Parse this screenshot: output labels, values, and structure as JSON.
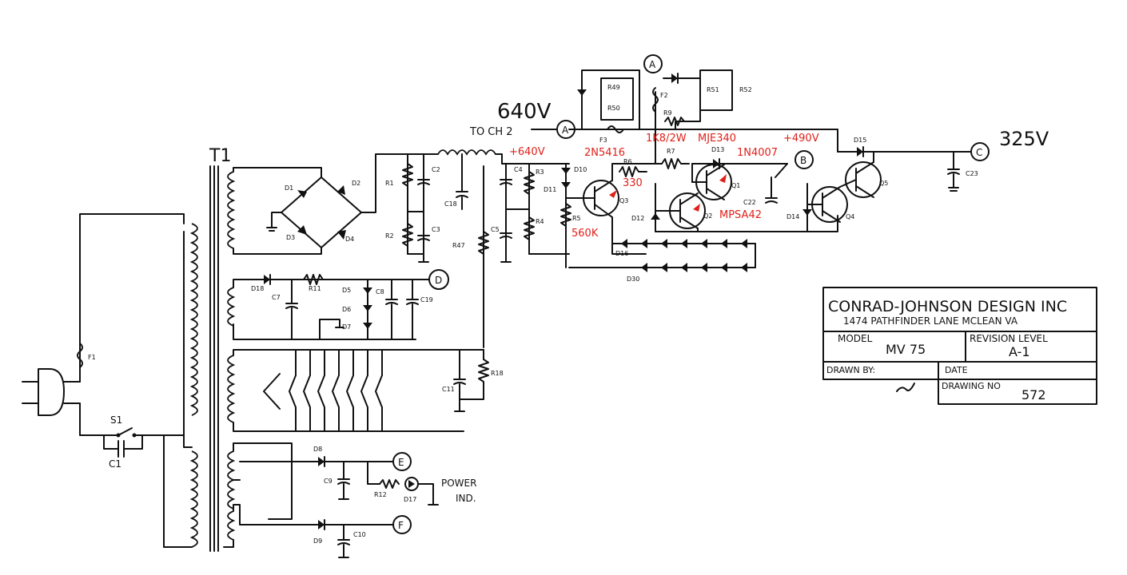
{
  "title_block": {
    "company": "CONRAD-JOHNSON DESIGN INC",
    "address": "1474 PATHFINDER LANE MCLEAN VA",
    "model_label": "MODEL",
    "model_value": "MV 75",
    "revision_label": "REVISION LEVEL",
    "revision_value": "A-1",
    "drawn_by_label": "DRAWN BY:",
    "date_label": "DATE",
    "drawing_no_label": "DRAWING NO",
    "drawing_no_value": "572"
  },
  "voltages": {
    "v640_handwritten": "640V",
    "v325": "325V",
    "to_ch2": "TO CH 2",
    "power_ind": "POWER",
    "power_ind2": "IND."
  },
  "annotations": [
    "+640V",
    "2N5416",
    "1K8/2W",
    "MJE340",
    "1N4007",
    "+490V",
    "330",
    "560K",
    "MPSA42"
  ],
  "nodes": {
    "a": "A",
    "b": "B",
    "c": "C",
    "d": "D",
    "e": "E",
    "f": "F"
  },
  "labels": {
    "t1": "T1",
    "s1": "S1",
    "c1": "C1",
    "f1": "F1",
    "d1": "D1",
    "d2": "D2",
    "d3": "D3",
    "d4": "D4",
    "r1": "R1",
    "r2": "R2",
    "c2": "C2",
    "c3": "C3",
    "c18": "C18",
    "c4": "C4",
    "c5": "C5",
    "r3": "R3",
    "r4": "R4",
    "r47": "R47",
    "d10": "D10",
    "d11": "D11",
    "r5": "R5",
    "r6": "R6",
    "r7": "R7",
    "q3": "Q3",
    "q1": "Q1",
    "q2": "Q2",
    "q4": "Q4",
    "q5": "Q5",
    "d12": "D12",
    "d13": "D13",
    "d14": "D14",
    "d15": "D15",
    "d16": "D16",
    "d30": "D30",
    "c22": "C22",
    "c23": "C23",
    "r9": "R9",
    "f2": "F2",
    "f3": "F3",
    "r49": "R49",
    "r50": "R50",
    "r51": "R51",
    "r52": "R52",
    "d18": "D18",
    "r11": "R11",
    "c7": "C7",
    "d5": "D5",
    "d6": "D6",
    "d7": "D7",
    "c8": "C8",
    "c19": "C19",
    "c11": "C11",
    "r18": "R18",
    "d8": "D8",
    "d9": "D9",
    "c9": "C9",
    "c10": "C10",
    "r12": "R12",
    "d17": "D17"
  }
}
